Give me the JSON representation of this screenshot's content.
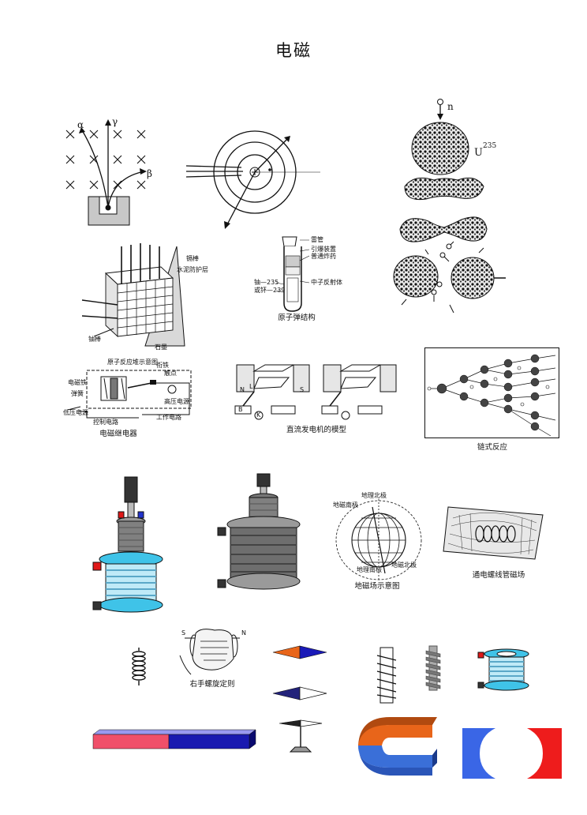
{
  "title": "电磁",
  "radiation": {
    "alpha": "α",
    "gamma": "γ",
    "beta": "β"
  },
  "fission": {
    "neutron": "n",
    "isotope": "U",
    "mass_number": "235"
  },
  "reactor": {
    "labels": [
      "镉棒",
      "水泥防护层",
      "铀棒",
      "石墨"
    ]
  },
  "atomic_bomb": {
    "caption": "原子弹结构",
    "labels": [
      "雷管",
      "引爆装置",
      "普通炸药",
      "铀—235",
      "或钚—239",
      "中子反射体"
    ]
  },
  "relay": {
    "header": "原子反应堆示意图",
    "labels": [
      "电磁铁",
      "弹簧",
      "触点",
      "衔铁",
      "低压电源",
      "高压电源",
      "工作电路",
      "控制电路"
    ],
    "caption": "电磁继电器"
  },
  "generator": {
    "caption": "直流发电机的模型",
    "letters": [
      "N",
      "S",
      "L",
      "B",
      "K"
    ]
  },
  "chain_reaction": {
    "caption": "链式反应"
  },
  "earth_field": {
    "labels": [
      "地理北极",
      "地磁南极",
      "地理南极",
      "地磁北极"
    ],
    "caption": "地磁场示意图"
  },
  "solenoid_field": {
    "caption": "通电螺线管磁场"
  },
  "right_hand": {
    "caption": "右手螺旋定则",
    "letters": [
      "S",
      "N"
    ]
  },
  "colors": {
    "cyan": "#3fc3e8",
    "coil_gray": "#8c8c8c",
    "magnet_red": "#f0506a",
    "magnet_blue": "#1a1ab0",
    "orange": "#e8651a",
    "horseshoe_blue": "#3a6fd8",
    "block_red": "#ee1c1c",
    "block_blue": "#3a66e6"
  }
}
